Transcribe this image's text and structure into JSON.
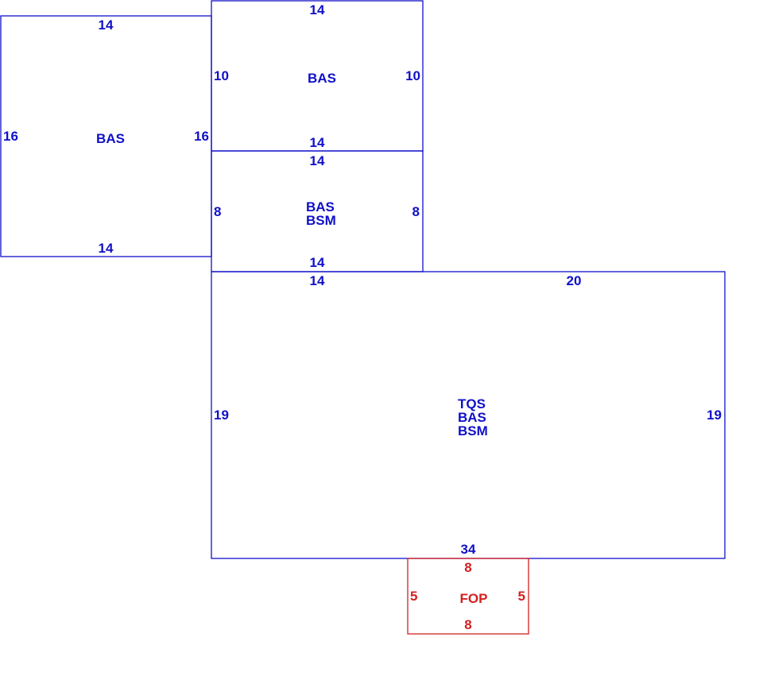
{
  "colors": {
    "main": "#1010c8",
    "porch": "#d42020"
  },
  "rooms": [
    {
      "id": "room-left",
      "color": "main",
      "codes": [
        "BAS"
      ],
      "dims": {
        "top": "14",
        "bottom": "14",
        "left": "16",
        "right": "16"
      }
    },
    {
      "id": "room-top-middle",
      "color": "main",
      "codes": [
        "BAS"
      ],
      "dims": {
        "top": "14",
        "bottom": "14",
        "left": "10",
        "right": "10"
      }
    },
    {
      "id": "room-middle",
      "color": "main",
      "codes": [
        "BAS",
        "BSM"
      ],
      "dims": {
        "top": "14",
        "bottom": "14",
        "left": "8",
        "right": "8"
      }
    },
    {
      "id": "room-main",
      "color": "main",
      "codes": [
        "TQS",
        "BAS",
        "BSM"
      ],
      "dims": {
        "top_left": "14",
        "top_right": "20",
        "bottom": "34",
        "left": "19",
        "right": "19"
      }
    },
    {
      "id": "room-porch",
      "color": "porch",
      "codes": [
        "FOP"
      ],
      "dims": {
        "top": "8",
        "bottom": "8",
        "left": "5",
        "right": "5"
      }
    }
  ]
}
